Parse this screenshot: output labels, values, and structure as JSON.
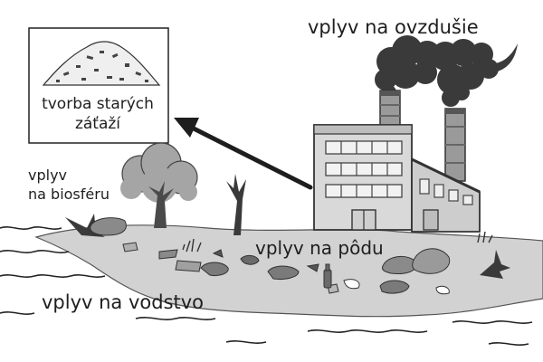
{
  "labels": {
    "air": "vplyv na ovzdušie",
    "biosphere": "vplyv\nna biosféru",
    "soil": "vplyv na pôdu",
    "water": "vplyv na vodstvo",
    "legacy": "tvorba starých\nzáťaží"
  },
  "colors": {
    "background": "#ffffff",
    "ink": "#1e1e1e",
    "smoke": "#3a3a3a",
    "soil": "#d2d2d2",
    "factory_wall": "#d9d9d9",
    "tree_crown": "#a5a5a5"
  },
  "icons": [
    "factory-icon",
    "smoke-cloud-icon",
    "waste-heap-icon",
    "arrow-icon",
    "tree-icon",
    "dead-tree-icon",
    "rock-icon",
    "bottle-icon",
    "water-wave-icon"
  ]
}
